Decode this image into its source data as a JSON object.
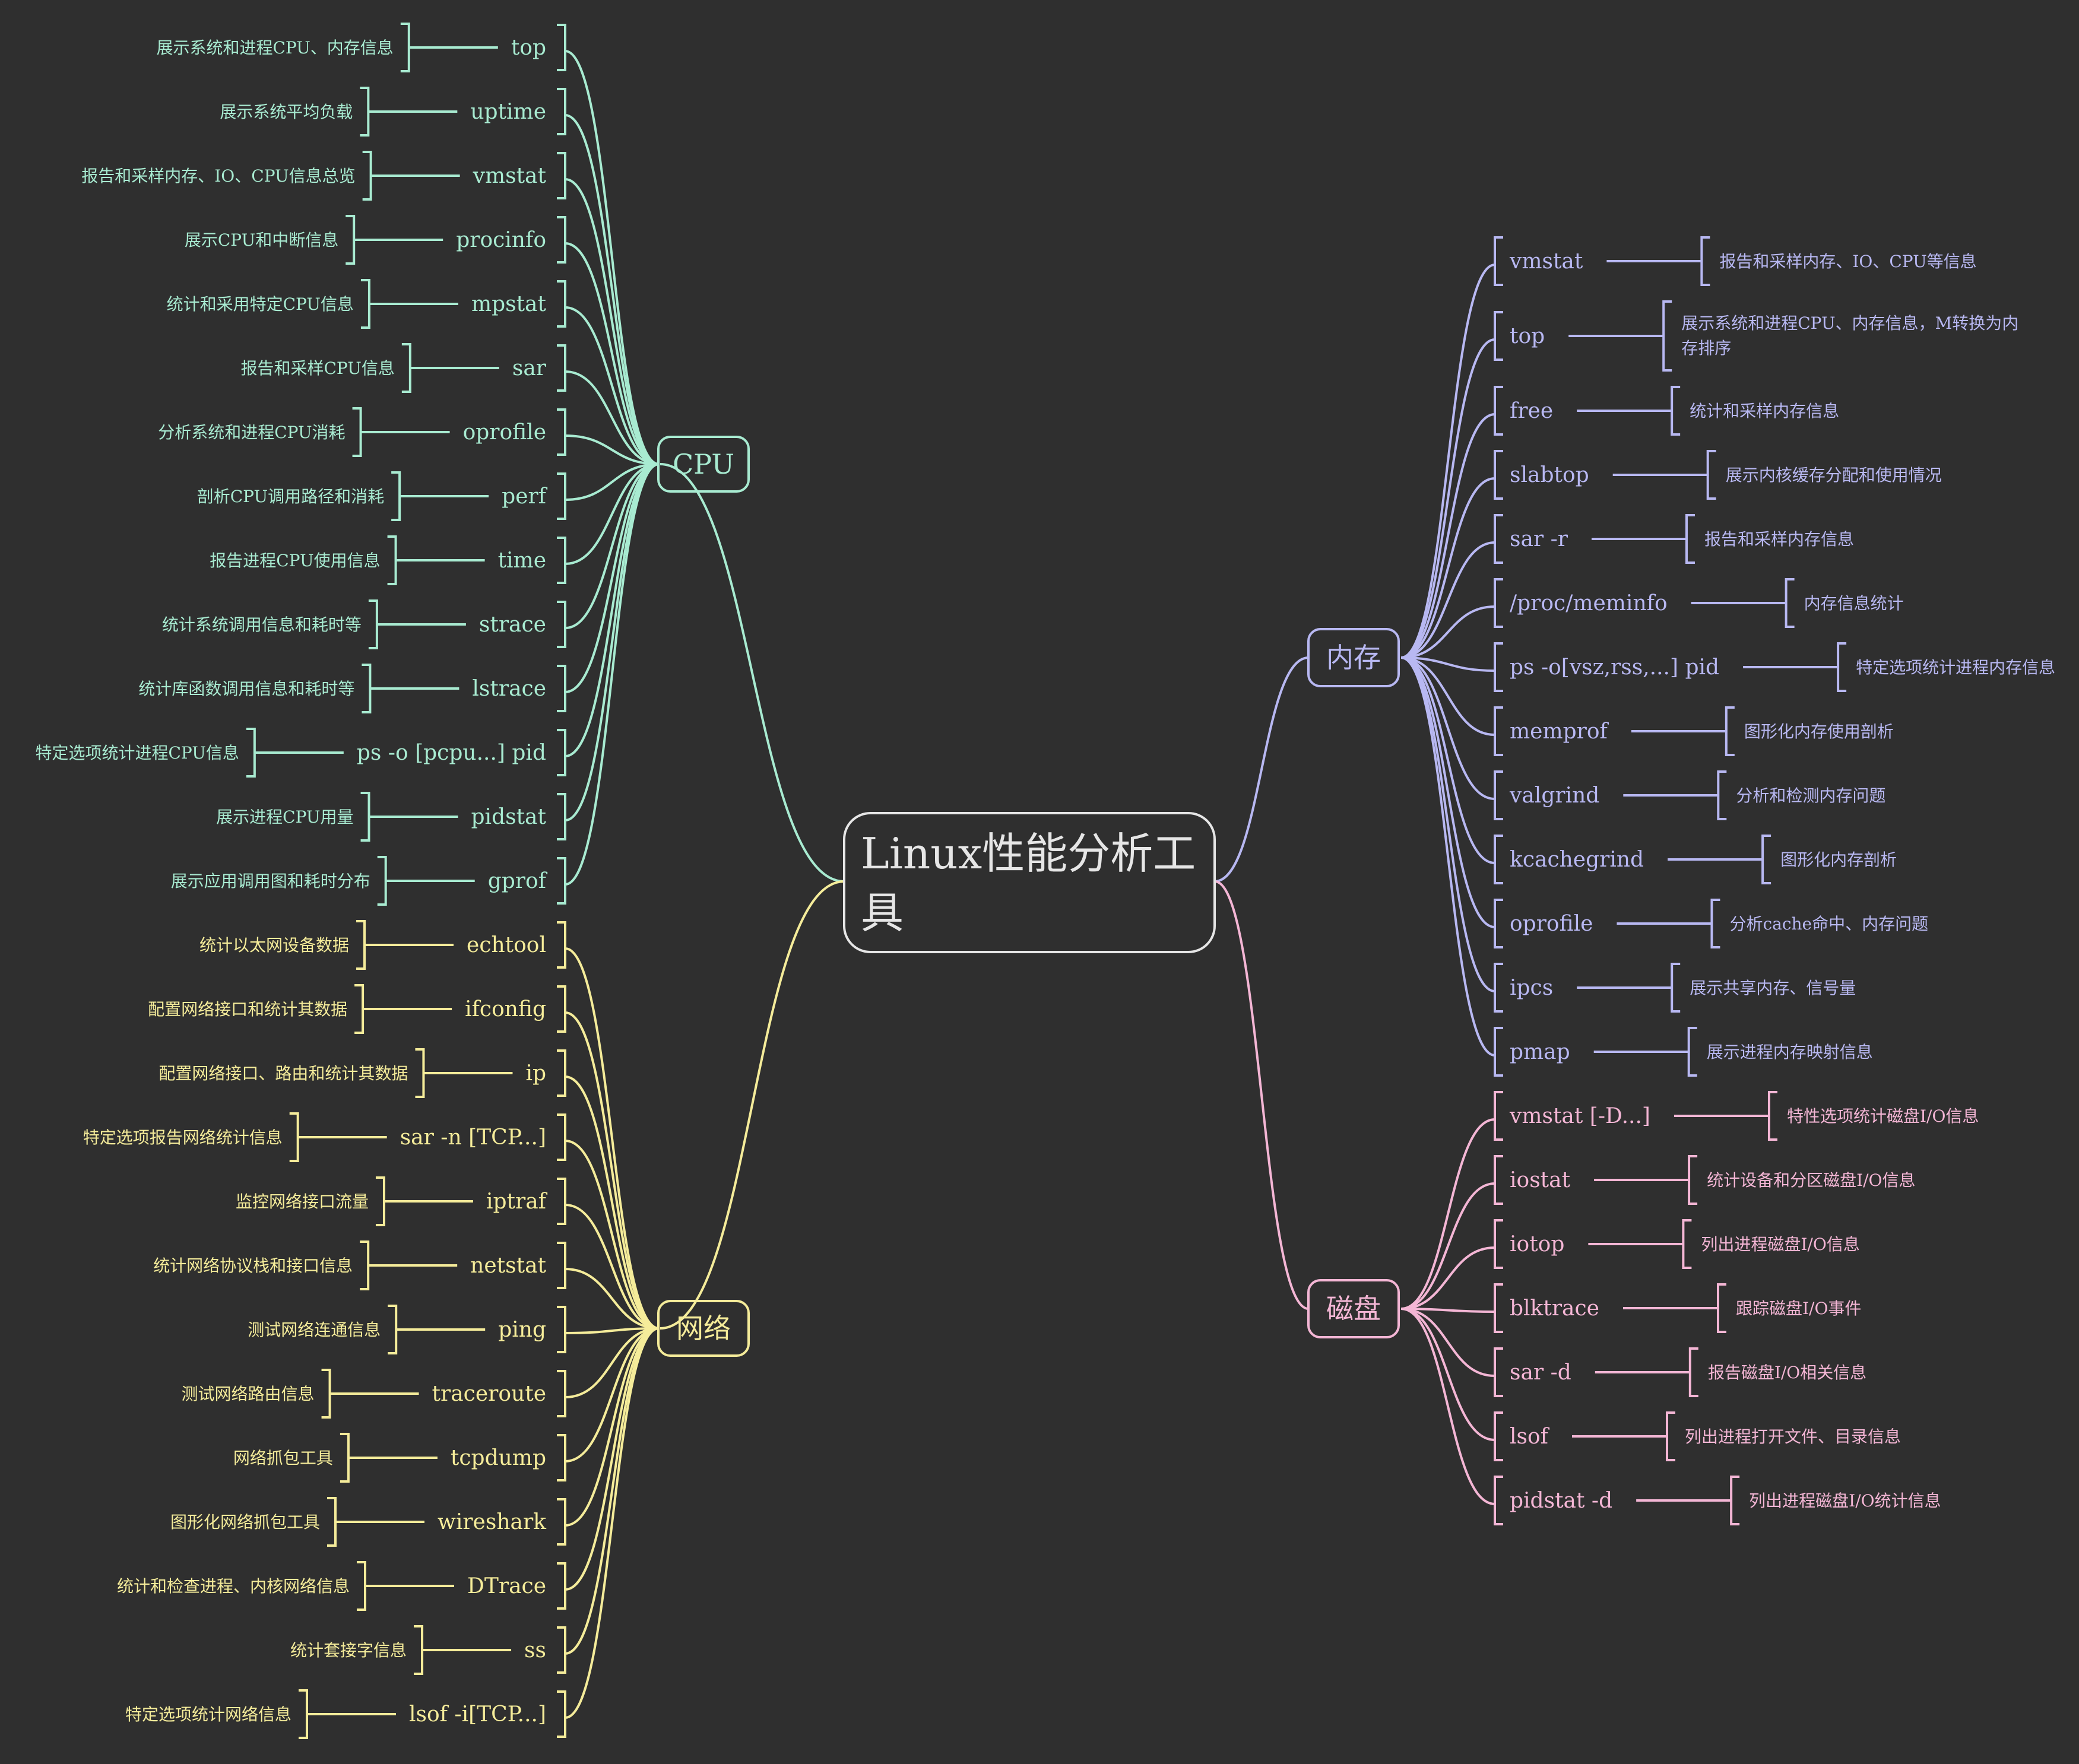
{
  "root": {
    "lines": [
      "Linux性能分析工",
      "具"
    ]
  },
  "colors": {
    "background": "#2f2f2f",
    "root": "#e6e6e6",
    "cpu": "#a8ebd1",
    "network": "#f5ec9a",
    "memory": "#b8b8f2",
    "disk": "#f4b6d5"
  },
  "branches": {
    "cpu": {
      "label": "CPU",
      "items": [
        {
          "tool": "top",
          "desc": [
            "展示系统和进程CPU、内存信息"
          ]
        },
        {
          "tool": "uptime",
          "desc": [
            "展示系统平均负载"
          ]
        },
        {
          "tool": "vmstat",
          "desc": [
            "报告和采样内存、IO、CPU信息总览"
          ]
        },
        {
          "tool": "procinfo",
          "desc": [
            "展示CPU和中断信息"
          ]
        },
        {
          "tool": "mpstat",
          "desc": [
            "统计和采用特定CPU信息"
          ]
        },
        {
          "tool": "sar",
          "desc": [
            "报告和采样CPU信息"
          ]
        },
        {
          "tool": "oprofile",
          "desc": [
            "分析系统和进程CPU消耗"
          ]
        },
        {
          "tool": "perf",
          "desc": [
            "剖析CPU调用路径和消耗"
          ]
        },
        {
          "tool": "time",
          "desc": [
            "报告进程CPU使用信息"
          ]
        },
        {
          "tool": "strace",
          "desc": [
            "统计系统调用信息和耗时等"
          ]
        },
        {
          "tool": "lstrace",
          "desc": [
            "统计库函数调用信息和耗时等"
          ]
        },
        {
          "tool": "ps -o [pcpu...] pid",
          "desc": [
            "特定选项统计进程CPU信息"
          ]
        },
        {
          "tool": "pidstat",
          "desc": [
            "展示进程CPU用量"
          ]
        },
        {
          "tool": "gprof",
          "desc": [
            "展示应用调用图和耗时分布"
          ]
        }
      ]
    },
    "network": {
      "label": "网络",
      "items": [
        {
          "tool": "echtool",
          "desc": [
            "统计以太网设备数据"
          ]
        },
        {
          "tool": "ifconfig",
          "desc": [
            "配置网络接口和统计其数据"
          ]
        },
        {
          "tool": "ip",
          "desc": [
            "配置网络接口、路由和统计其数据"
          ]
        },
        {
          "tool": "sar -n [TCP...]",
          "desc": [
            "特定选项报告网络统计信息"
          ]
        },
        {
          "tool": "iptraf",
          "desc": [
            "监控网络接口流量"
          ]
        },
        {
          "tool": "netstat",
          "desc": [
            "统计网络协议栈和接口信息"
          ]
        },
        {
          "tool": "ping",
          "desc": [
            "测试网络连通信息"
          ]
        },
        {
          "tool": "traceroute",
          "desc": [
            "测试网络路由信息"
          ]
        },
        {
          "tool": "tcpdump",
          "desc": [
            "网络抓包工具"
          ]
        },
        {
          "tool": "wireshark",
          "desc": [
            "图形化网络抓包工具"
          ]
        },
        {
          "tool": "DTrace",
          "desc": [
            "统计和检查进程、内核网络信息"
          ]
        },
        {
          "tool": "ss",
          "desc": [
            "统计套接字信息"
          ]
        },
        {
          "tool": "lsof -i[TCP...]",
          "desc": [
            "特定选项统计网络信息"
          ]
        }
      ]
    },
    "memory": {
      "label": "内存",
      "items": [
        {
          "tool": "vmstat",
          "desc": [
            "报告和采样内存、IO、CPU等信息"
          ]
        },
        {
          "tool": "top",
          "desc": [
            "展示系统和进程CPU、内存信息，M转换为内",
            "存排序"
          ]
        },
        {
          "tool": "free",
          "desc": [
            "统计和采样内存信息"
          ]
        },
        {
          "tool": "slabtop",
          "desc": [
            "展示内核缓存分配和使用情况"
          ]
        },
        {
          "tool": "sar -r",
          "desc": [
            "报告和采样内存信息"
          ]
        },
        {
          "tool": "/proc/meminfo",
          "desc": [
            "内存信息统计"
          ]
        },
        {
          "tool": "ps -o[vsz,rss,...] pid",
          "desc": [
            "特定选项统计进程内存信息"
          ]
        },
        {
          "tool": "memprof",
          "desc": [
            "图形化内存使用剖析"
          ]
        },
        {
          "tool": "valgrind",
          "desc": [
            "分析和检测内存问题"
          ]
        },
        {
          "tool": "kcachegrind",
          "desc": [
            "图形化内存剖析"
          ]
        },
        {
          "tool": "oprofile",
          "desc": [
            "分析cache命中、内存问题"
          ]
        },
        {
          "tool": "ipcs",
          "desc": [
            "展示共享内存、信号量"
          ]
        },
        {
          "tool": "pmap",
          "desc": [
            "展示进程内存映射信息"
          ]
        }
      ]
    },
    "disk": {
      "label": "磁盘",
      "items": [
        {
          "tool": "vmstat [-D...]",
          "desc": [
            "特性选项统计磁盘I/O信息"
          ]
        },
        {
          "tool": "iostat",
          "desc": [
            "统计设备和分区磁盘I/O信息"
          ]
        },
        {
          "tool": "iotop",
          "desc": [
            "列出进程磁盘I/O信息"
          ]
        },
        {
          "tool": "blktrace",
          "desc": [
            "跟踪磁盘I/O事件"
          ]
        },
        {
          "tool": "sar -d",
          "desc": [
            "报告磁盘I/O相关信息"
          ]
        },
        {
          "tool": "lsof",
          "desc": [
            "列出进程打开文件、目录信息"
          ]
        },
        {
          "tool": "pidstat -d",
          "desc": [
            "列出进程磁盘I/O统计信息"
          ]
        }
      ]
    }
  }
}
